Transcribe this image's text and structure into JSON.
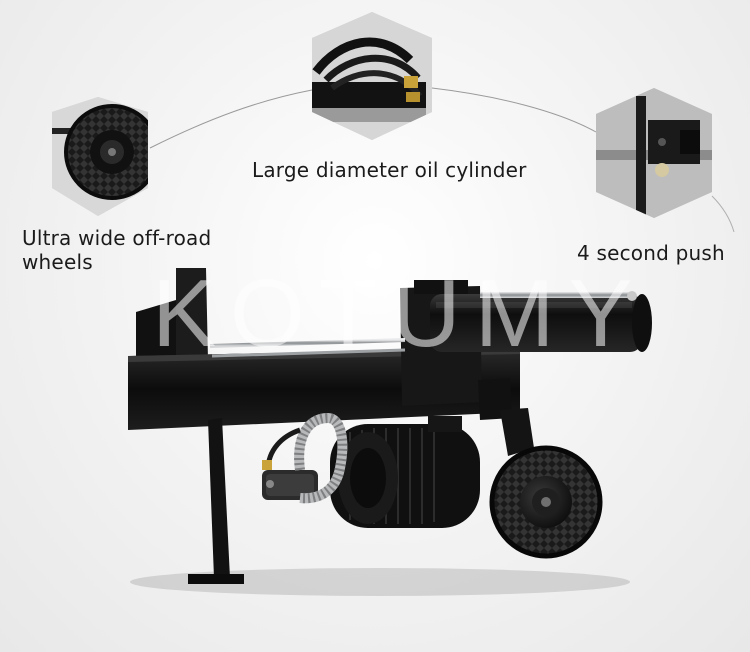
{
  "callouts": {
    "cylinder": "Large diameter oil cylinder",
    "wheels_line1": "Ultra wide off-road",
    "wheels_line2": "wheels",
    "push": "4 second push"
  },
  "watermark": "KOTUMY",
  "colors": {
    "background": "#f1f1f1",
    "machine": "#151515",
    "chrome": "#b9bcbf",
    "connector": "#9a9a9a"
  }
}
